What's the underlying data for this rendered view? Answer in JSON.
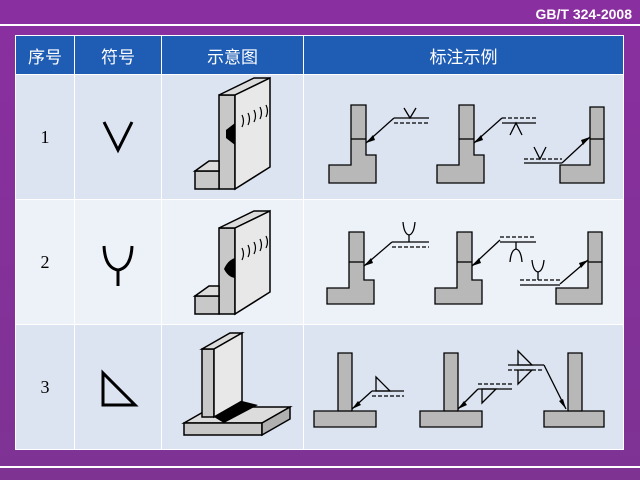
{
  "standard_label": "GB/T 324-2008",
  "table": {
    "headers": [
      "序号",
      "符号",
      "示意图",
      "标注示例"
    ],
    "rows": [
      {
        "index": "1",
        "symbol_icon": "v-groove-weld-symbol-icon"
      },
      {
        "index": "2",
        "symbol_icon": "y-groove-weld-symbol-icon"
      },
      {
        "index": "3",
        "symbol_icon": "fillet-weld-symbol-icon"
      }
    ]
  },
  "colors": {
    "header_bg": "#1f5cb4",
    "frame": "#7e3393",
    "row_light": "#dde4f1",
    "row_lighter": "#edf1f8",
    "part_fill": "#b8b8b8"
  }
}
